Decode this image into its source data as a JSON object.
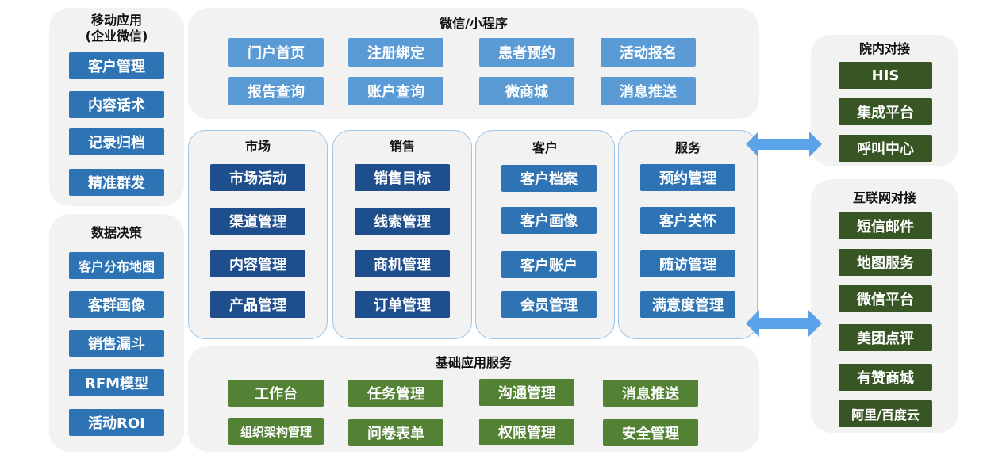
{
  "mobile": {
    "title_line1": "移动应用",
    "title_line2": "(企业微信)",
    "items": [
      "客户管理",
      "内容话术",
      "记录归档",
      "精准群发"
    ]
  },
  "decision": {
    "title": "数据决策",
    "items": [
      "客户分布地图",
      "客群画像",
      "销售漏斗",
      "RFM模型",
      "活动ROI"
    ]
  },
  "wechat": {
    "title": "微信/小程序",
    "items": [
      "门户首页",
      "注册绑定",
      "患者预约",
      "活动报名",
      "报告查询",
      "账户查询",
      "微商城",
      "消息推送"
    ]
  },
  "modules": [
    {
      "title": "市场",
      "items": [
        "市场活动",
        "渠道管理",
        "内容管理",
        "产品管理"
      ]
    },
    {
      "title": "销售",
      "items": [
        "销售目标",
        "线索管理",
        "商机管理",
        "订单管理"
      ]
    },
    {
      "title": "客户",
      "items": [
        "客户档案",
        "客户画像",
        "客户账户",
        "会员管理"
      ]
    },
    {
      "title": "服务",
      "items": [
        "预约管理",
        "客户关怀",
        "随访管理",
        "满意度管理"
      ]
    }
  ],
  "base": {
    "title": "基础应用服务",
    "items": [
      "工作台",
      "任务管理",
      "沟通管理",
      "消息推送",
      "组织架构管理",
      "问卷表单",
      "权限管理",
      "安全管理"
    ]
  },
  "hospital": {
    "title": "院内对接",
    "items": [
      "HIS",
      "集成平台",
      "呼叫中心"
    ]
  },
  "internet": {
    "title": "互联网对接",
    "items": [
      "短信邮件",
      "地图服务",
      "微信平台",
      "美团点评",
      "有赞商城",
      "阿里/百度云"
    ]
  },
  "colors": {
    "blue_mid": "#2e74b5",
    "blue_light": "#5b9bd5",
    "blue_dark": "#1f4e8c",
    "green": "#548235",
    "green_dark": "#375623",
    "panel": "#f2f2f2",
    "arrow": "#5aa3e8"
  }
}
